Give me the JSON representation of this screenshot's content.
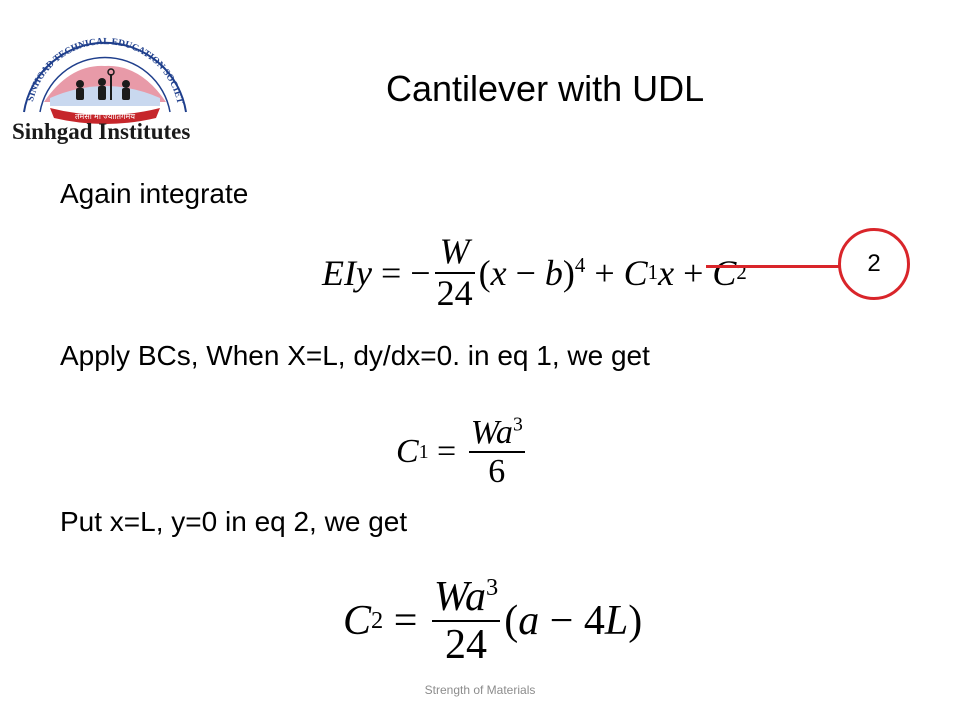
{
  "logo": {
    "arc_text": "SINHGAD TECHNICAL EDUCATION SOCIETY,PUNE",
    "motto": "तमसो मा ज्योतिर्गमय",
    "caption": "Sinhgad Institutes"
  },
  "slide": {
    "title": "Cantilever with UDL",
    "line1": "Again integrate",
    "line2": "Apply BCs, When X=L, dy/dx=0. in eq 1, we get",
    "line3": "Put x=L, y=0 in eq 2, we get",
    "equation_marker": "2",
    "footer": "Strength of Materials"
  },
  "colors": {
    "accent": "#d9252a",
    "footer_text": "#8c8c8c"
  }
}
